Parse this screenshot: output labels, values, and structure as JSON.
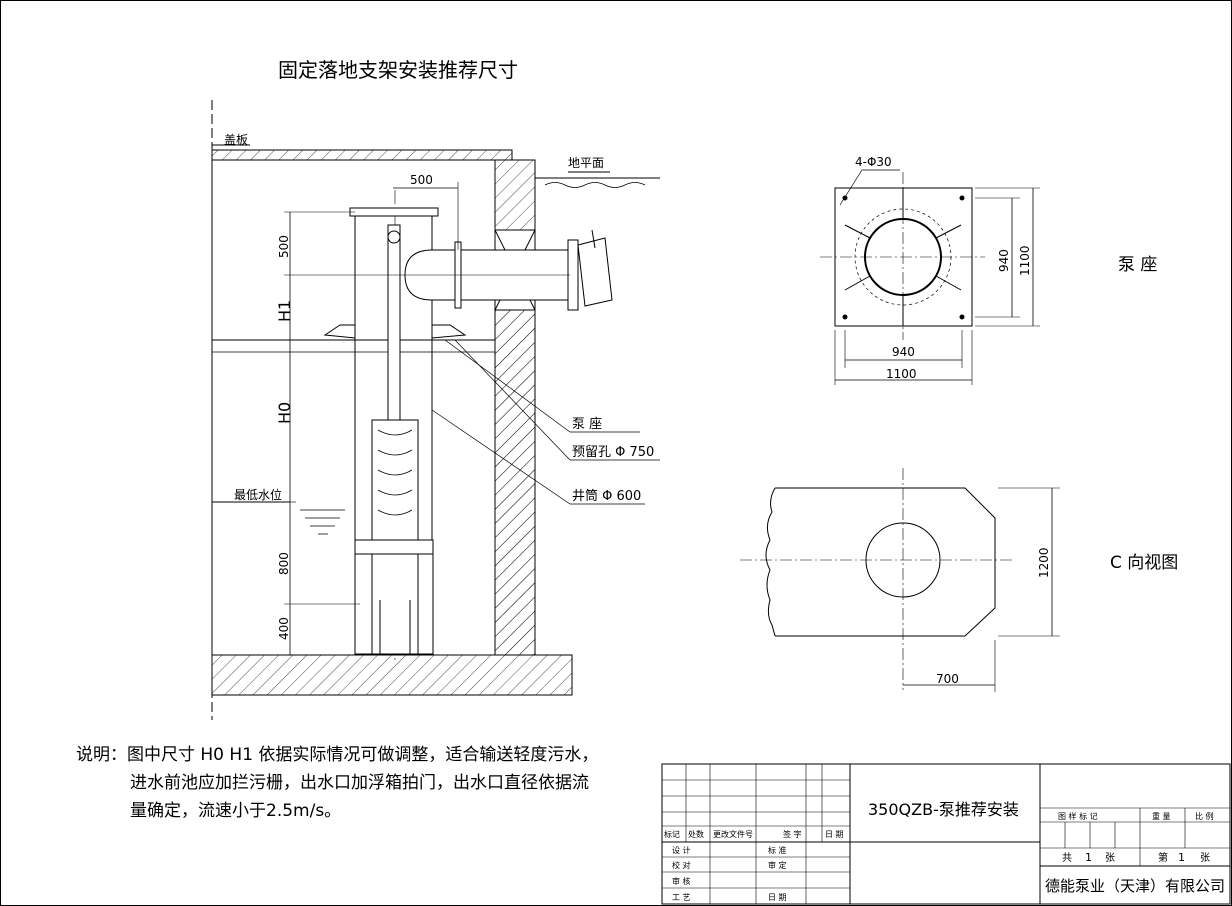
{
  "title": "固定落地支架安装推荐尺寸",
  "labels": {
    "cover_plate": "盖板",
    "ground": "地平面",
    "min_water": "最低水位",
    "pump_seat": "泵 座",
    "reserved_hole": "预留孔 Φ 750",
    "shaft": "井筒 Φ 600",
    "H1": "H1",
    "H0": "H0"
  },
  "dims": {
    "d500_top": "500",
    "d500_side": "500",
    "d800": "800",
    "d400": "400",
    "hole4": "4-Φ30",
    "d940_h": "940",
    "d1100_h": "1100",
    "d940_v": "940",
    "d1100_v": "1100",
    "d1200": "1200",
    "d700": "700"
  },
  "views": {
    "pump_seat_title": "泵 座",
    "c_view_title": "C 向视图"
  },
  "notes": {
    "line1": "说明：图中尺寸 H0 H1 依据实际情况可做调整，适合输送轻度污水，",
    "line2": "进水前池应加拦污栅，出水口加浮箱拍门，出水口直径依据流",
    "line3": "量确定，流速小于2.5m/s。"
  },
  "title_block": {
    "drawing_name": "350QZB-泵推荐安装",
    "company": "德能泵业（天津）有限公司",
    "rev_headers": [
      "标记",
      "处数",
      "更改文件号",
      "签 字",
      "日 期"
    ],
    "roles": [
      "设 计",
      "校 对",
      "审 核",
      "工 艺"
    ],
    "roles2": [
      "标 准",
      "审 定",
      "",
      "日 期"
    ],
    "mark_label": "图 样 标 记",
    "weight_label": "重 量",
    "scale_label": "比 例",
    "total_label": "共",
    "total_value": "1",
    "sheet_unit": "张",
    "page_label": "第",
    "page_value": "1",
    "page_unit": "张"
  }
}
